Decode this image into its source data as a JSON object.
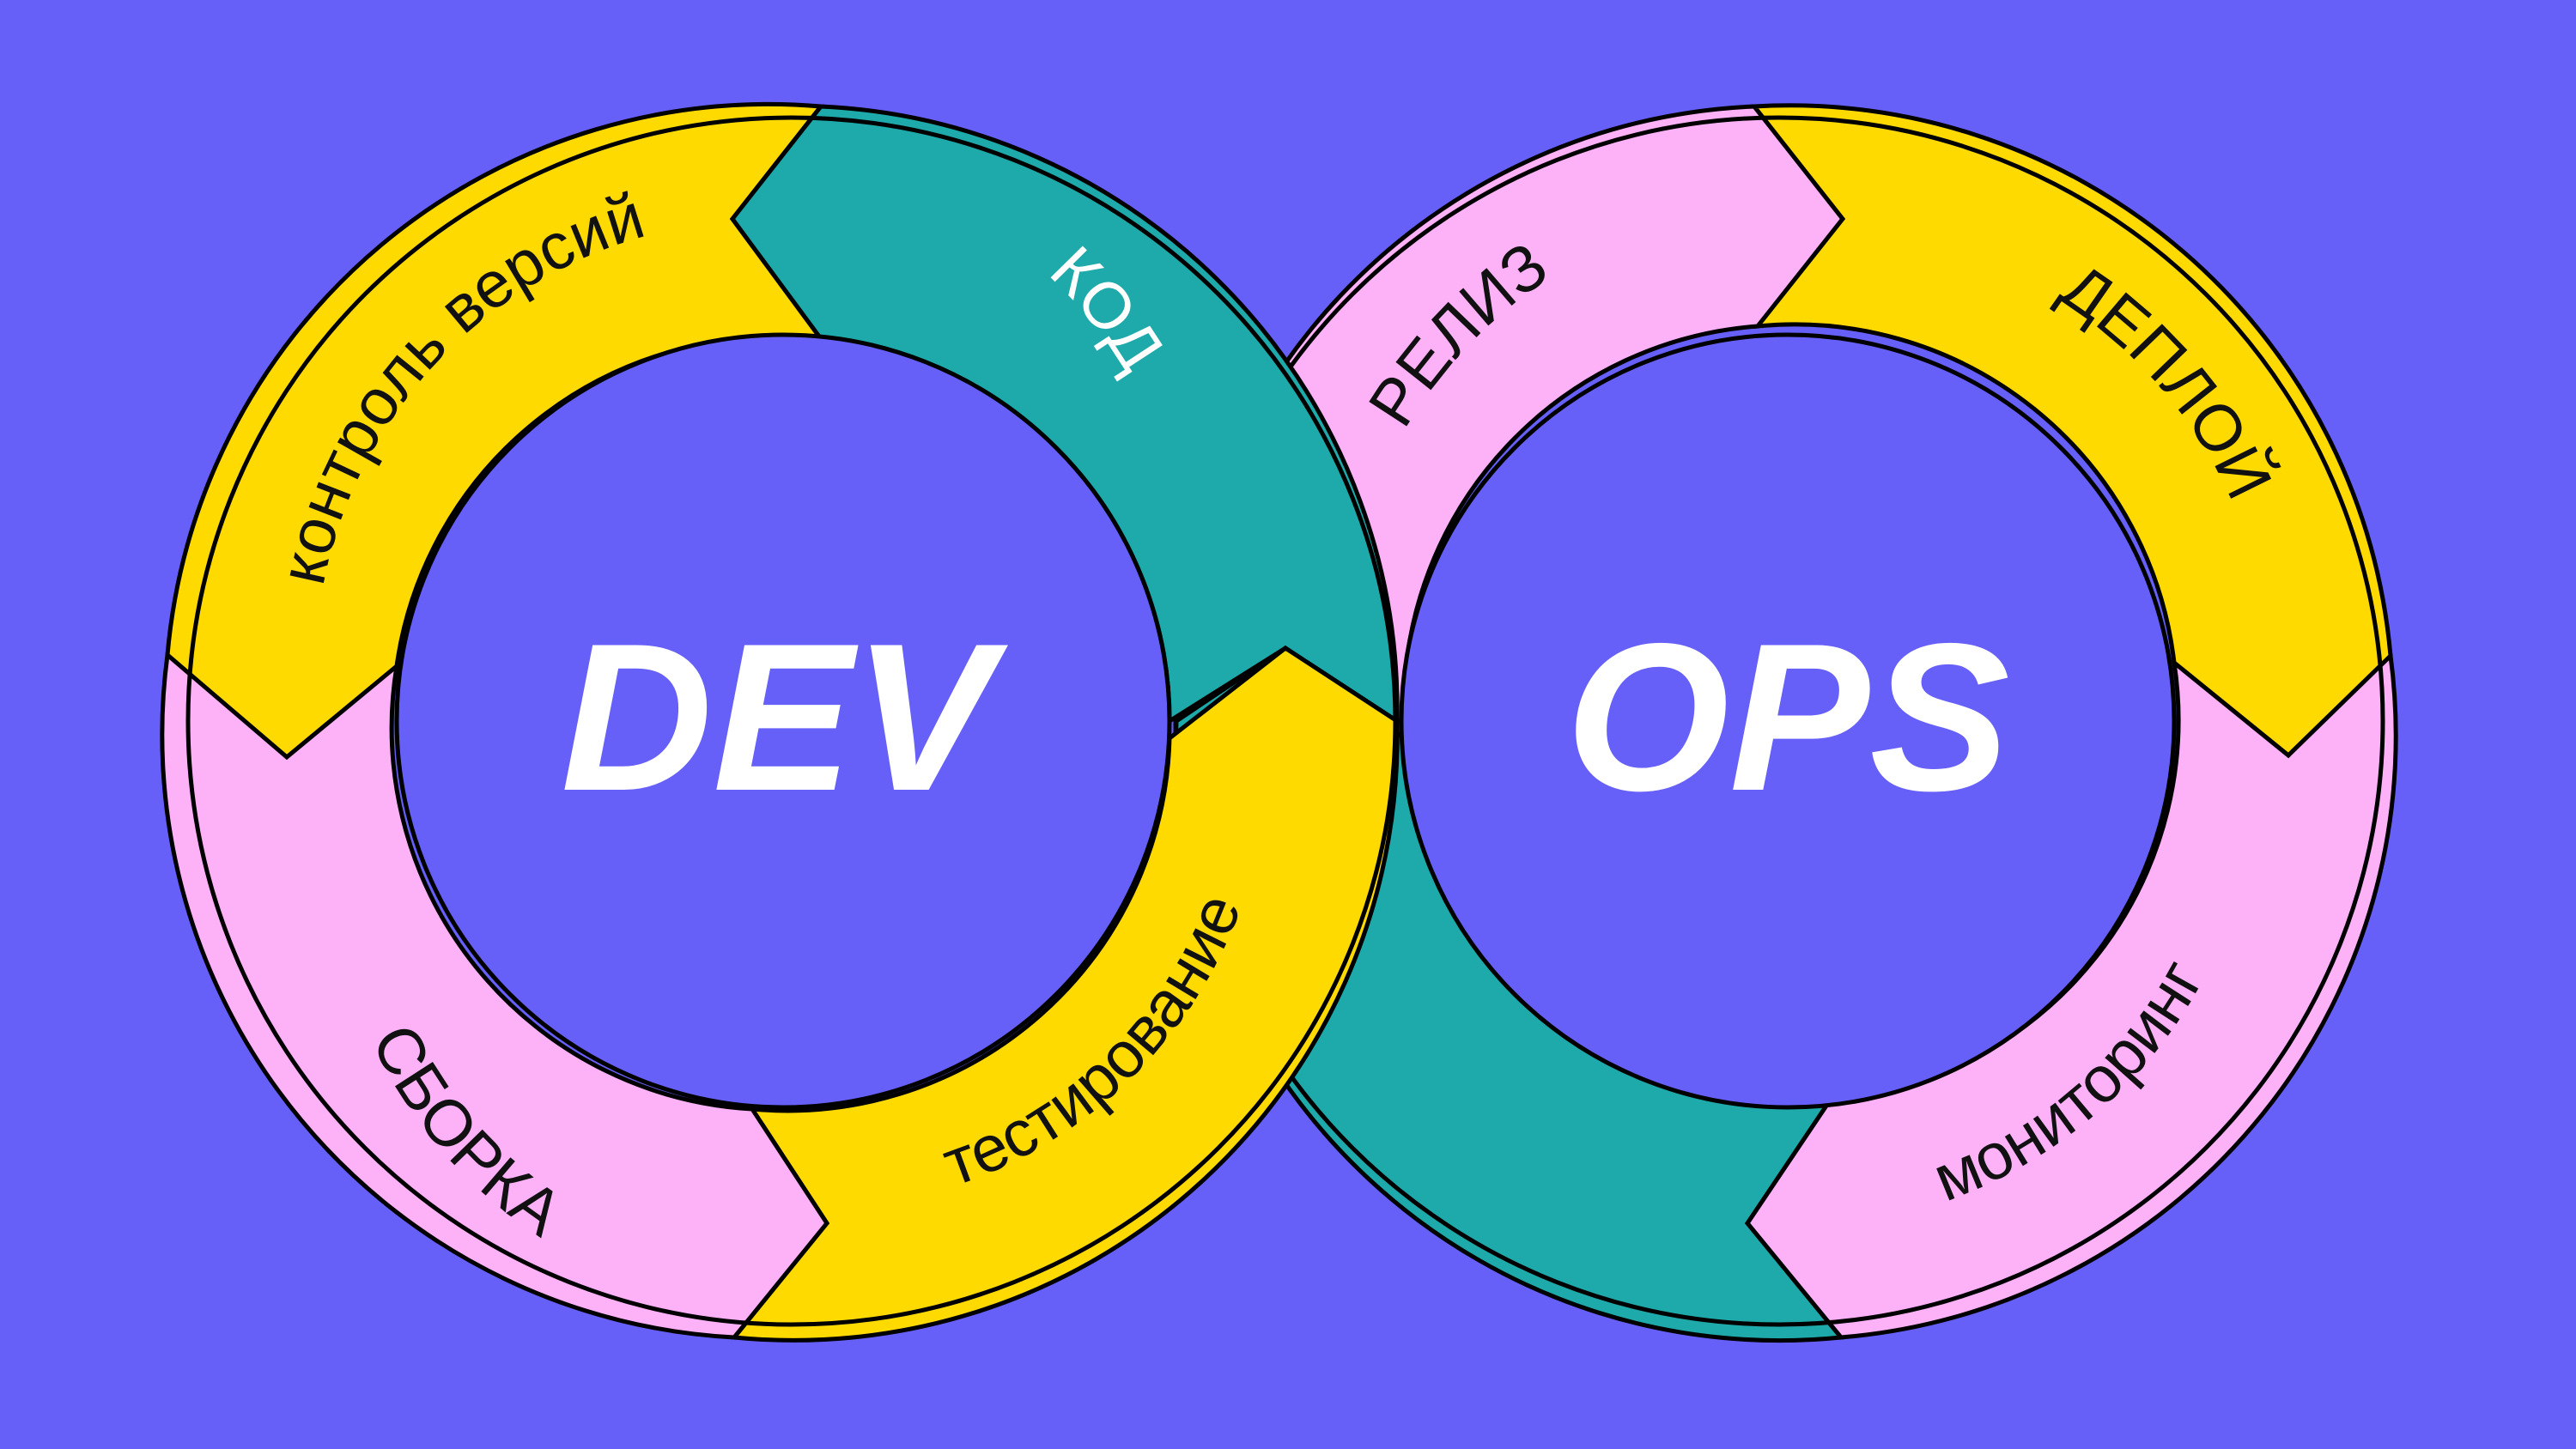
{
  "colors": {
    "background": "#6660F8",
    "yellow": "#FFDA00",
    "pink": "#FDB2F8",
    "teal": "#1EAAAA",
    "center": "#6660F8",
    "outline": "#000000",
    "text_dark": "#111111",
    "text_light": "#FFFFFF"
  },
  "dev": {
    "center_label": "DEV",
    "stages": [
      {
        "label": "контроль версий",
        "color": "yellow"
      },
      {
        "label": "КОД",
        "color": "teal"
      },
      {
        "label": "тестирование",
        "color": "yellow"
      },
      {
        "label": "СБОРКА",
        "color": "pink"
      }
    ]
  },
  "ops": {
    "center_label": "OPS",
    "stages": [
      {
        "label": "РЕЛИЗ",
        "color": "pink"
      },
      {
        "label": "ДЕПЛОЙ",
        "color": "yellow"
      },
      {
        "label": "мониторинг",
        "color": "pink"
      }
    ]
  }
}
